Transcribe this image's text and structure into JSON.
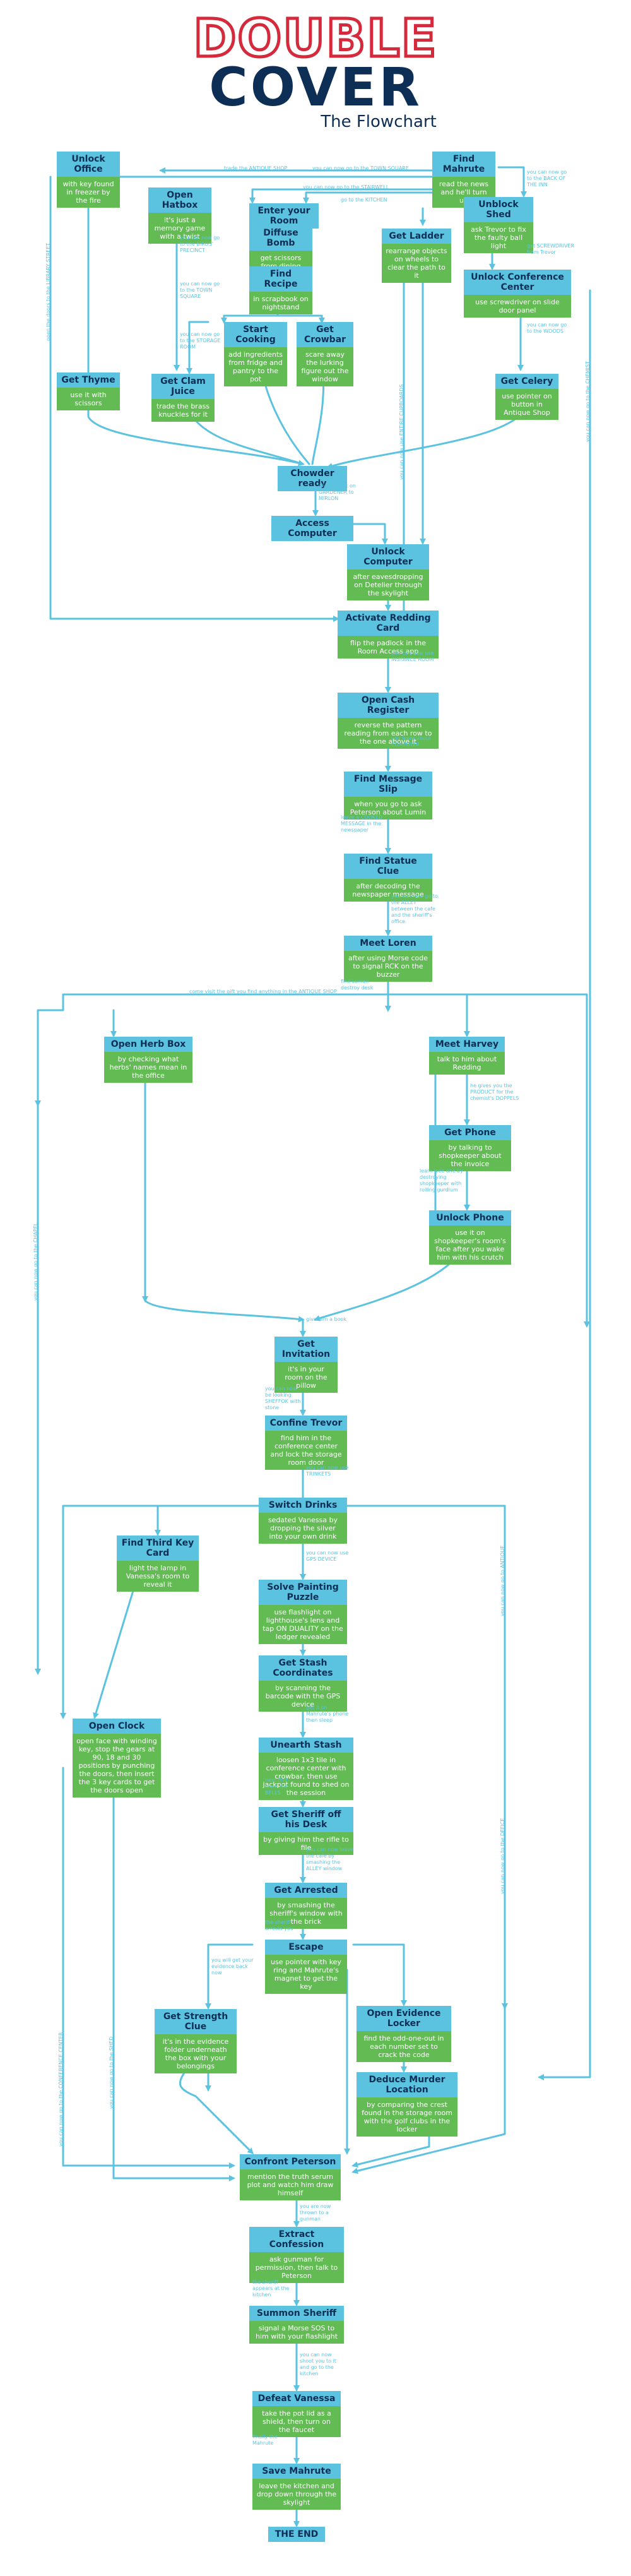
{
  "header": {
    "title_double": "DOUBLE",
    "title_cover": "COVER",
    "subtitle": "The Flowchart"
  },
  "nodes": {
    "unlock_office": {
      "title": "Unlock Office",
      "body": "with key found in freezer by the fire"
    },
    "find_mahrute": {
      "title": "Find Mahrute",
      "body": "read the news and he'll turn up"
    },
    "open_hatbox": {
      "title": "Open Hatbox",
      "body": "it's just a memory game with a twist"
    },
    "enter_room": {
      "title": "Enter your Room",
      "body": ""
    },
    "unblock_shed": {
      "title": "Unblock Shed",
      "body": "ask Trevor to fix the faulty ball light"
    },
    "diffuse_bomb": {
      "title": "Diffuse Bomb",
      "body": "get scissors from dining room"
    },
    "get_ladder": {
      "title": "Get Ladder",
      "body": "rearrange objects on wheels to clear the path to it"
    },
    "unlock_conference": {
      "title": "Unlock Conference Center",
      "body": "use screwdriver on slide door panel"
    },
    "find_recipe": {
      "title": "Find Recipe",
      "body": "in scrapbook on nightstand"
    },
    "start_cooking": {
      "title": "Start Cooking",
      "body": "add ingredients from fridge and pantry to the pot"
    },
    "get_crowbar": {
      "title": "Get Crowbar",
      "body": "scare away the lurking figure out the window"
    },
    "get_thyme": {
      "title": "Get Thyme",
      "body": "use it with scissors"
    },
    "get_clam_juice": {
      "title": "Get Clam Juice",
      "body": "trade the brass knuckles for it"
    },
    "get_celery": {
      "title": "Get Celery",
      "body": "use pointer on button in Antique Shop"
    },
    "chowder_ready": {
      "title": "Chowder ready",
      "body": ""
    },
    "access_computer": {
      "title": "Access Computer",
      "body": ""
    },
    "unlock_computer": {
      "title": "Unlock Computer",
      "body": "after eavesdropping on Detelier through the skylight"
    },
    "activate_redding": {
      "title": "Activate Redding Card",
      "body": "flip the padlock in the Room Access app"
    },
    "open_cash_register": {
      "title": "Open Cash Register",
      "body": "reverse the pattern reading from each row to the one above it"
    },
    "find_message_slip": {
      "title": "Find Message Slip",
      "body": "when you go to ask Peterson about Lumin"
    },
    "find_statue_clue": {
      "title": "Find Statue Clue",
      "body": "after decoding the newspaper message"
    },
    "meet_loren": {
      "title": "Meet Loren",
      "body": "after using Morse code to signal RCK on the buzzer"
    },
    "open_herb_box": {
      "title": "Open Herb Box",
      "body": "by checking what herbs' names mean in the office"
    },
    "meet_harvey": {
      "title": "Meet Harvey",
      "body": "talk to him about Redding"
    },
    "get_phone": {
      "title": "Get Phone",
      "body": "by talking to shopkeeper about the invoice"
    },
    "unlock_phone": {
      "title": "Unlock Phone",
      "body": "use it on shopkeeper's room's face after you wake him with his crutch"
    },
    "get_invitation": {
      "title": "Get Invitation",
      "body": "it's in your room on the pillow"
    },
    "confine_trevor": {
      "title": "Confine Trevor",
      "body": "find him in the conference center and lock the storage room door"
    },
    "switch_drinks": {
      "title": "Switch Drinks",
      "body": "sedated Vanessa by dropping the silver into your own drink"
    },
    "find_third_key": {
      "title": "Find Third Key Card",
      "body": "light the lamp in Vanessa's room to reveal it"
    },
    "solve_painting": {
      "title": "Solve Painting Puzzle",
      "body": "use flashlight on lighthouse's lens and tap ON DUALITY on the ledger revealed"
    },
    "get_stash_coords": {
      "title": "Get Stash Coordinates",
      "body": "by scanning the barcode with the GPS device"
    },
    "open_clock": {
      "title": "Open Clock",
      "body": "open face with winding key, stop the gears at 90, 18 and 30 positions by punching the doors, then insert the 3 key cards to get the doors open"
    },
    "unearth_stash": {
      "title": "Unearth Stash",
      "body": "loosen 1x3 tile in conference center with crowbar, then use jackpot found to shed on the session"
    },
    "get_sheriff_off": {
      "title": "Get Sheriff off his Desk",
      "body": "by giving him the rifle to file"
    },
    "get_arrested": {
      "title": "Get Arrested",
      "body": "by smashing the sheriff's window with the brick"
    },
    "escape": {
      "title": "Escape",
      "body": "use pointer with key ring and Mahrute's magnet to get the key"
    },
    "get_strength_clue": {
      "title": "Get Strength Clue",
      "body": "it's in the evidence folder underneath the box with your belongings"
    },
    "open_evidence_locker": {
      "title": "Open Evidence Locker",
      "body": "find the odd-one-out in each number set to crack the code"
    },
    "deduce_murder": {
      "title": "Deduce Murder Location",
      "body": "by comparing the crest found in the storage room with the golf clubs in the locker"
    },
    "confront_peterson": {
      "title": "Confront Peterson",
      "body": "mention the truth serum plot and watch him draw himself"
    },
    "extract_confession": {
      "title": "Extract Confession",
      "body": "ask gunman for permission, then talk to Peterson"
    },
    "summon_sheriff": {
      "title": "Summon Sheriff",
      "body": "signal a Morse SOS to him with your flashlight"
    },
    "defeat_vanessa": {
      "title": "Defeat Vanessa",
      "body": "take the pot lid as a shield, then turn on the faucet"
    },
    "save_mahrute": {
      "title": "Save Mahrute",
      "body": "leave the kitchen and drop down through the skylight"
    },
    "the_end": {
      "title": "THE END",
      "body": ""
    }
  },
  "labels": {
    "l1": "trade the ANTIQUE SHOP",
    "l2": "you can now go to the TOWN SQUARE",
    "l3": "you can now go to the BACK OF THE INN",
    "l4": "you can now go to the STAIRWELL",
    "l5": "go to the KITCHEN",
    "l6": "you can now go to the BIRDS' PRECINCT",
    "l7": "you can now go to the STORAGE ROOM",
    "l8": "you can now go to the TOWN SQUARE",
    "l9": "get SCREWDRIVER from Trevor",
    "l10": "you can now go to the WOODS",
    "l11": "give a book on GARDENER to MIRLON",
    "l12": "you can now use INSTANCE ROOM",
    "l13": "you learn about COMPUTER",
    "l14": "leave a COOKED MESSAGE in the newspaper",
    "l15": "you can now go to the ALLEY between the cafe and the sheriff's office",
    "l16": "find Lumen destroy desk",
    "l17": "come visit the gift you find anything in the ANTIQUE SHOP",
    "l18": "he gives you the PRODUCT for the chemist's DOPPELS",
    "l19": "learn wee one by destroying shopkeeper with rolling gurdlum",
    "l20": "give him a book",
    "l21": "you can now be looking SHEFFOK with stone",
    "l22": "you can now use TRINKETS",
    "l23": "you can now use GPS DEVICE",
    "l24": "get it on Mahrute's phone then sleep",
    "l25": "next find learn the BELLS",
    "l26": "you can now leave the cafe by smashing the ALLEY window",
    "l27": "the sheriff arrests you",
    "l28": "you will get your evidence back now",
    "l29": "you are now thrown to a gunman",
    "l30": "the sheriff appears at the kitchen",
    "l31": "you can now shoot you to it and go to the kitchen",
    "l32": "finally the Mahrute",
    "v1": "open the doors to the LIBRARY STREET",
    "v2": "you can now use ENTIRE CUPBOARDS",
    "v3": "you can now go to the CHEMIST",
    "v4": "you can now go to the CHAPEL",
    "v5": "you can now go to ANTIQUE",
    "v6": "you can now go to the CONFERENCE CENTER",
    "v7": "you can now go to the SHED",
    "v8": "you can now go to the OFFICE"
  }
}
